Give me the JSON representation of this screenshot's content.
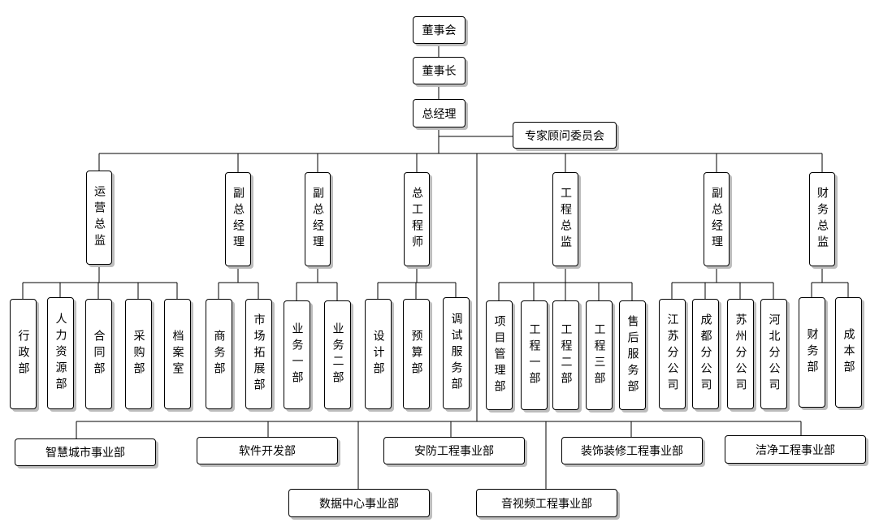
{
  "board": "董事会",
  "chairman": "董事长",
  "gm": "总经理",
  "advisory": "专家顾问委员会",
  "heads": [
    {
      "title": "运营总监",
      "depts": [
        "行政部",
        "人力资源部",
        "合同部",
        "采购部",
        "档案室"
      ]
    },
    {
      "title": "副总经理",
      "depts": [
        "商务部",
        "市场拓展部"
      ]
    },
    {
      "title": "副总经理",
      "depts": [
        "业务一部",
        "业务二部"
      ]
    },
    {
      "title": "总工程师",
      "depts": [
        "设计部",
        "预算部",
        "调试服务部"
      ]
    },
    {
      "title": "工程总监",
      "depts": [
        "项目管理部",
        "工程一部",
        "工程二部",
        "工程三部",
        "售后服务部"
      ]
    },
    {
      "title": "副总经理",
      "depts": [
        "江苏分公司",
        "成都分公司",
        "苏州分公司",
        "河北分公司"
      ]
    },
    {
      "title": "财务总监",
      "depts": [
        "财务部",
        "成本部"
      ]
    }
  ],
  "divisions": [
    "智慧城市事业部",
    "软件开发部",
    "数据中心事业部",
    "安防工程事业部",
    "音视频工程事业部",
    "装饰装修工程事业部",
    "洁净工程事业部"
  ]
}
